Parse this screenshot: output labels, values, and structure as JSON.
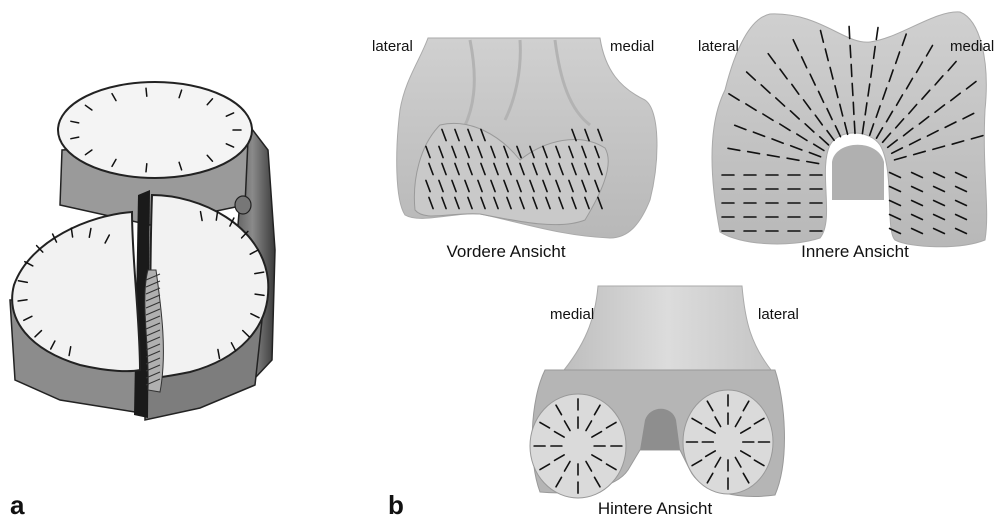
{
  "panels": {
    "a": {
      "letter": "a"
    },
    "b": {
      "letter": "b"
    }
  },
  "views": {
    "anterior": {
      "caption": "Vordere Ansicht",
      "left_label": "lateral",
      "right_label": "medial"
    },
    "inner": {
      "caption": "Innere Ansicht",
      "left_label": "lateral",
      "right_label": "medial"
    },
    "posterior": {
      "caption": "Hintere Ansicht",
      "left_label": "medial",
      "right_label": "lateral"
    }
  }
}
